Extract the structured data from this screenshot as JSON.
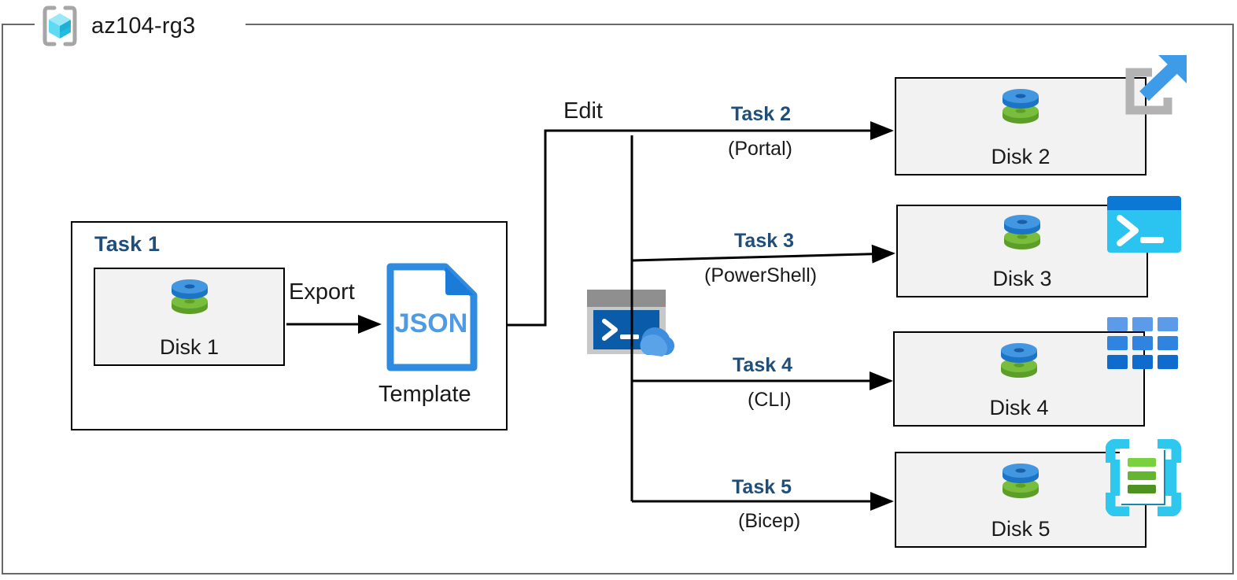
{
  "resource_group": {
    "name": "az104-rg3",
    "icon": "resource-group-cube-icon"
  },
  "task1": {
    "label": "Task 1",
    "disk": {
      "caption": "Disk 1",
      "icon": "managed-disk-icon"
    },
    "export_label": "Export",
    "template": {
      "file_type": "JSON",
      "caption": "Template",
      "icon": "json-file-icon"
    }
  },
  "edit_label": "Edit",
  "cloud_shell": {
    "icon": "cloud-shell-icon"
  },
  "tasks": [
    {
      "label": "Task 2",
      "method": "(Portal)",
      "disk": {
        "caption": "Disk 2",
        "icon": "managed-disk-icon"
      },
      "tool_icon": "azure-portal-icon"
    },
    {
      "label": "Task 3",
      "method": "(PowerShell)",
      "disk": {
        "caption": "Disk 3",
        "icon": "managed-disk-icon"
      },
      "tool_icon": "powershell-icon"
    },
    {
      "label": "Task 4",
      "method": "(CLI)",
      "disk": {
        "caption": "Disk 4",
        "icon": "azure-cli-icon"
      },
      "tool_icon": "azure-cli-icon"
    },
    {
      "label": "Task 5",
      "method": "(Bicep)",
      "disk": {
        "caption": "Disk 5",
        "icon": "managed-disk-icon"
      },
      "tool_icon": "bicep-icon"
    }
  ],
  "colors": {
    "task_label": "#1F4E79",
    "disk_box_fill": "#F2F2F2",
    "box_stroke": "#000000",
    "group_stroke": "#676767",
    "json_blue": "#2E8BE0",
    "disk_blue": "#3E8EDE",
    "disk_green": "#74B733",
    "portal_gray": "#B3B3B3",
    "powershell_cyan": "#30C4F0",
    "bicep_cyan": "#2EC4E8",
    "cli_blue": "#1B78D4"
  }
}
